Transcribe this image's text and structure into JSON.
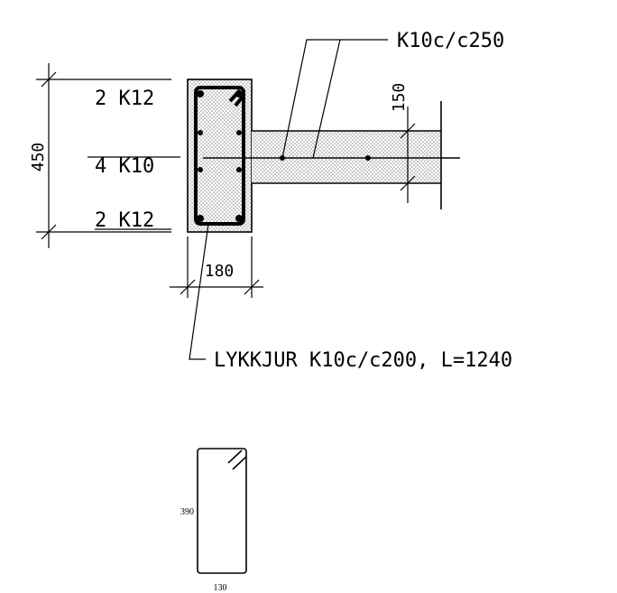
{
  "section": {
    "top_rebar": "2 K12",
    "middle_rebar": "4 K10",
    "bottom_rebar": "2 K12",
    "height_dim": "450",
    "width_dim": "180",
    "slab_dim": "150",
    "slab_rebar": "K10c/c250",
    "stirrup_label": "LYKKJUR K10c/c200, L=1240"
  },
  "stirrup_detail": {
    "height_dim": "390",
    "width_dim": "130"
  }
}
